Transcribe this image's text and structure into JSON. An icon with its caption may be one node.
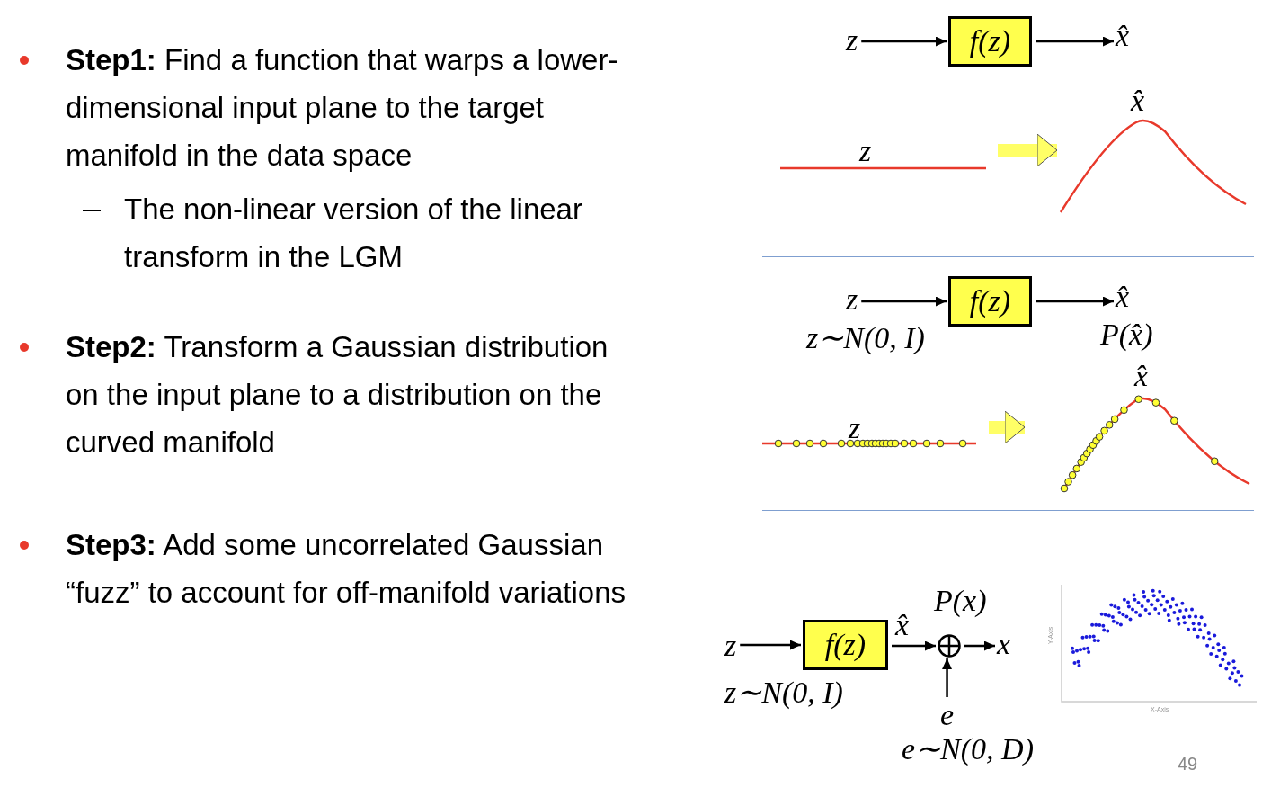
{
  "diagram": {
    "nodes": [
      {
        "text": [
          "z"
        ]
      },
      {
        "text": [
          "f(z)"
        ]
      },
      {
        "text": [
          "x̂"
        ]
      },
      {
        "text": [
          "z"
        ]
      },
      {
        "text": [
          "x̂"
        ]
      },
      {
        "text": [
          "z"
        ],
        "beside": [
          "z∼N(0, I)"
        ]
      },
      {
        "text": [
          "f(z)"
        ]
      },
      {
        "text": [
          "x̂"
        ],
        "beside": [
          "P(x̂)"
        ]
      },
      {
        "text": [
          "z"
        ]
      },
      {
        "text": [
          "x̂"
        ]
      },
      {
        "text": [
          "z"
        ],
        "beside": [
          "z∼N(0, I)"
        ]
      },
      {
        "text": [
          "f(z)"
        ]
      },
      {
        "text": [],
        "shape": "circle",
        "beside": [
          "P(x)"
        ]
      },
      {
        "text": [
          "x"
        ]
      },
      {
        "text": [
          "e"
        ],
        "beside": [
          "e∼N(0, D)"
        ]
      }
    ],
    "edges": [
      {
        "from": 0,
        "to": 1,
        "arrow": "to"
      },
      {
        "from": 1,
        "to": 2,
        "arrow": "to"
      },
      {
        "from": 3,
        "to": 4,
        "arrow": "to",
        "style": "thick",
        "color": "#ffff66"
      },
      {
        "from": 5,
        "to": 6,
        "arrow": "to"
      },
      {
        "from": 6,
        "to": 7,
        "arrow": "to"
      },
      {
        "from": 8,
        "to": 9,
        "arrow": "to",
        "style": "thick",
        "color": "#ffff66"
      },
      {
        "from": 10,
        "to": 11,
        "arrow": "to"
      },
      {
        "from": 11,
        "to": 12,
        "arrow": "to",
        "label": "x̂"
      },
      {
        "from": 12,
        "to": 13,
        "arrow": "to"
      },
      {
        "from": 14,
        "to": 12,
        "arrow": "to"
      }
    ],
    "labels": [
      "**Step1:** Find a function that warps a lower-dimensional input plane to the target manifold in the data space",
      "The non-linear version of the linear transform in the LGM",
      "**Step2:** Transform a Gaussian distribution on the input plane to a distribution on the curved manifold",
      "**Step3:** Add some uncorrelated Gaussian “fuzz” to account for off-manifold variations",
      "Y-Axis",
      "X-Axis",
      "49"
    ]
  }
}
